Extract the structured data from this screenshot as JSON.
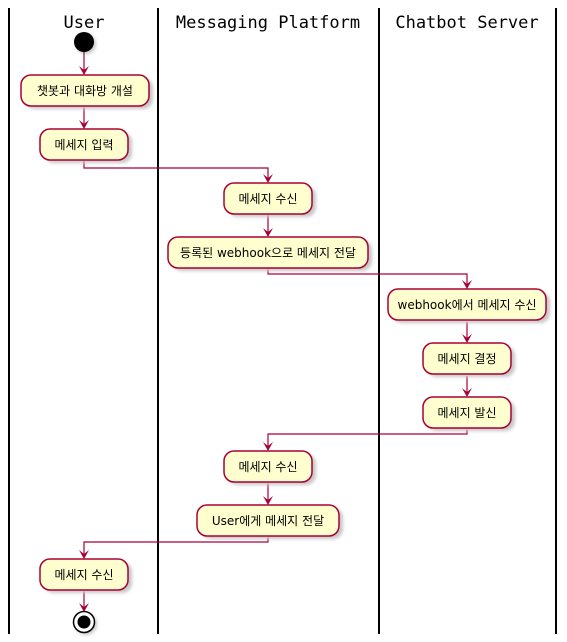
{
  "swimlanes": [
    {
      "id": "user",
      "title": "User"
    },
    {
      "id": "platform",
      "title": "Messaging Platform"
    },
    {
      "id": "server",
      "title": "Chatbot Server"
    }
  ],
  "activities": [
    {
      "id": "a1",
      "lane": "user",
      "label": "챗봇과 대화방 개설"
    },
    {
      "id": "a2",
      "lane": "user",
      "label": "메세지 입력"
    },
    {
      "id": "a3",
      "lane": "platform",
      "label": "메세지 수신"
    },
    {
      "id": "a4",
      "lane": "platform",
      "label": "등록된 webhook으로 메세지 전달"
    },
    {
      "id": "a5",
      "lane": "server",
      "label": "webhook에서 메세지 수신"
    },
    {
      "id": "a6",
      "lane": "server",
      "label": "메세지 결정"
    },
    {
      "id": "a7",
      "lane": "server",
      "label": "메세지 발신"
    },
    {
      "id": "a8",
      "lane": "platform",
      "label": "메세지 수신"
    },
    {
      "id": "a9",
      "lane": "platform",
      "label": "User에게 메세지 전달"
    },
    {
      "id": "a10",
      "lane": "user",
      "label": "메세지 수신"
    }
  ],
  "colors": {
    "node_fill": "#FEFECE",
    "node_border": "#A80036",
    "arrow": "#A80036",
    "lane_divider": "#000000"
  }
}
